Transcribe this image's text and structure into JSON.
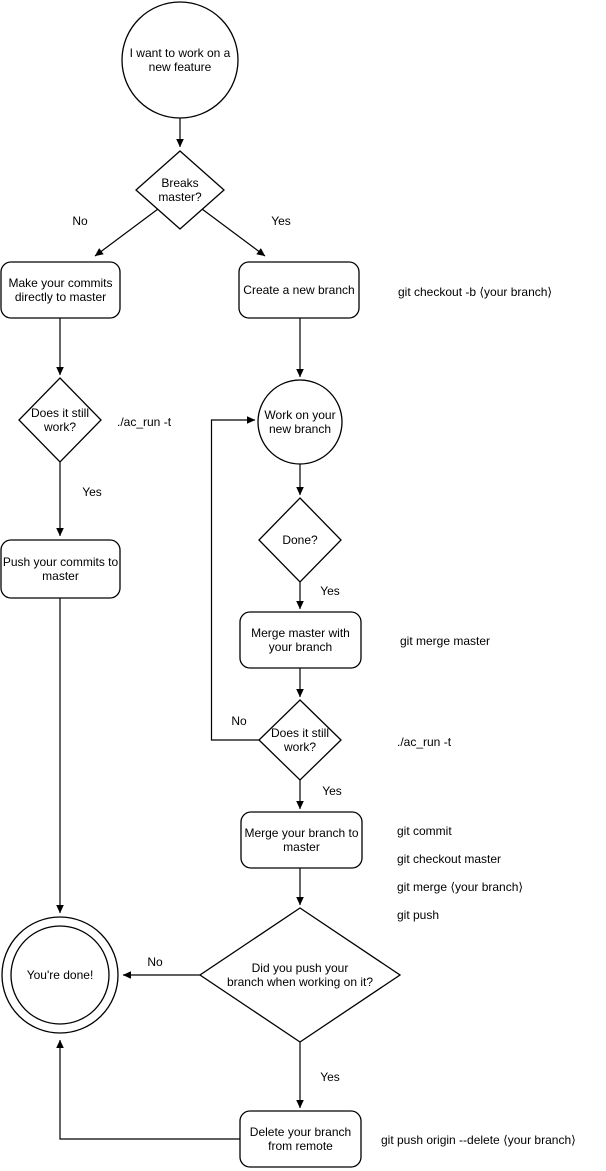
{
  "diagram": {
    "title": "Git feature workflow flowchart",
    "colors": {
      "stroke": "#000000",
      "background": "#ffffff",
      "text": "#000000"
    },
    "nodes": {
      "start": {
        "label": "I want to work on a\nnew feature",
        "shape": "circle"
      },
      "breaks_master": {
        "label": "Breaks\nmaster?",
        "shape": "diamond"
      },
      "make_commits": {
        "label": "Make your commits\ndirectly to master",
        "shape": "rounded-rect"
      },
      "create_branch": {
        "label": "Create a new branch",
        "shape": "rounded-rect"
      },
      "still_work_1": {
        "label": "Does it still\nwork?",
        "shape": "diamond"
      },
      "work_branch": {
        "label": "Work on your\nnew branch",
        "shape": "circle"
      },
      "push_commits": {
        "label": "Push your commits to\nmaster",
        "shape": "rounded-rect"
      },
      "done_q": {
        "label": "Done?",
        "shape": "diamond"
      },
      "merge_master": {
        "label": "Merge master with\nyour branch",
        "shape": "rounded-rect"
      },
      "still_work_2": {
        "label": "Does it still\nwork?",
        "shape": "diamond"
      },
      "merge_branch": {
        "label": "Merge your branch to\nmaster",
        "shape": "rounded-rect"
      },
      "did_push": {
        "label": "Did you push your\nbranch when working on it?",
        "shape": "diamond"
      },
      "youre_done": {
        "label": "You're done!",
        "shape": "double-circle"
      },
      "delete_branch": {
        "label": "Delete your branch\nfrom remote",
        "shape": "rounded-rect"
      }
    },
    "edge_labels": {
      "no_breaks": "No",
      "yes_breaks": "Yes",
      "yes_still_work_1": "Yes",
      "yes_done": "Yes",
      "no_still_work_2": "No",
      "yes_still_work_2": "Yes",
      "no_did_push": "No",
      "yes_did_push": "Yes"
    },
    "annotations": {
      "checkout_cmd": "git checkout -b ⟨your branch⟩",
      "ac_run_1": "./ac_run -t",
      "merge_master_cmd": "git merge master",
      "ac_run_2": "./ac_run -t",
      "merge_branch_cmds": [
        "git commit",
        "git checkout master",
        "git merge ⟨your branch⟩",
        "git push"
      ],
      "delete_cmd": "git push origin --delete ⟨your branch⟩"
    }
  }
}
